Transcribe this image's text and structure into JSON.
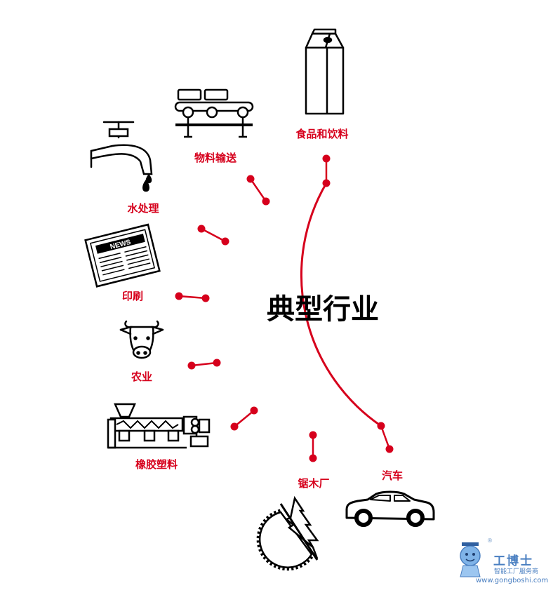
{
  "title": "典型行业",
  "industries": [
    {
      "label": "食品和饮料",
      "icon": "milk-carton-icon"
    },
    {
      "label": "物料输送",
      "icon": "conveyor-belt-icon"
    },
    {
      "label": "水处理",
      "icon": "water-faucet-icon"
    },
    {
      "label": "印刷",
      "icon": "newspaper-icon"
    },
    {
      "label": "农业",
      "icon": "cow-icon"
    },
    {
      "label": "橡胶塑料",
      "icon": "extruder-icon"
    },
    {
      "label": "锯木厂",
      "icon": "saw-blade-tree-icon"
    },
    {
      "label": "汽车",
      "icon": "car-icon"
    }
  ],
  "newspaper_text": "NEWS",
  "watermark": {
    "name": "工博士",
    "tagline": "智能工厂服务商",
    "url": "www.gongboshi.com",
    "reg": "®"
  },
  "colors": {
    "accent": "#d6001c",
    "ink": "#000000",
    "watermark": "#4a7fc1"
  }
}
